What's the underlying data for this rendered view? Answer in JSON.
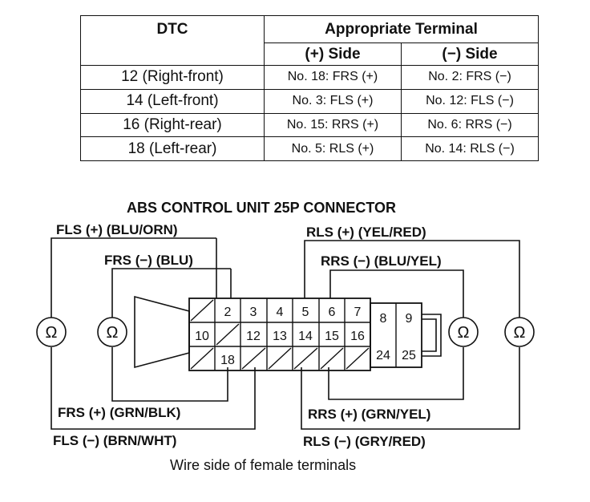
{
  "table": {
    "header_dtc": "DTC",
    "header_terminal": "Appropriate Terminal",
    "header_plus": "(+) Side",
    "header_minus": "(−) Side",
    "rows": [
      {
        "dtc": "12 (Right-front)",
        "plus": "No. 18: FRS (+)",
        "minus": "No. 2: FRS (−)"
      },
      {
        "dtc": "14 (Left-front)",
        "plus": "No. 3: FLS (+)",
        "minus": "No. 12: FLS (−)"
      },
      {
        "dtc": "16 (Right-rear)",
        "plus": "No. 15: RRS (+)",
        "minus": "No. 6: RRS (−)"
      },
      {
        "dtc": "18 (Left-rear)",
        "plus": "No. 5: RLS (+)",
        "minus": "No. 14: RLS (−)"
      }
    ]
  },
  "diagram": {
    "title": "ABS CONTROL UNIT 25P CONNECTOR",
    "labels": {
      "fls_plus": "FLS (+) (BLU/ORN)",
      "frs_minus": "FRS (−) (BLU)",
      "frs_plus": "FRS (+) (GRN/BLK)",
      "fls_minus": "FLS (−) (BRN/WHT)",
      "rls_plus": "RLS (+) (YEL/RED)",
      "rrs_minus": "RRS (−) (BLU/YEL)",
      "rrs_plus": "RRS (+) (GRN/YEL)",
      "rls_minus": "RLS (−) (GRY/RED)"
    },
    "ohm_symbol": "Ω",
    "terminals": {
      "row1": [
        "",
        "2",
        "3",
        "4",
        "5",
        "6",
        "7"
      ],
      "row2": [
        "10",
        "",
        "12",
        "13",
        "14",
        "15",
        "16"
      ],
      "row3": [
        "",
        "18",
        "",
        "",
        "",
        "",
        ""
      ],
      "right_top": [
        "8",
        "9"
      ],
      "right_bottom": [
        "24",
        "25"
      ]
    },
    "caption": "Wire side of female terminals"
  }
}
